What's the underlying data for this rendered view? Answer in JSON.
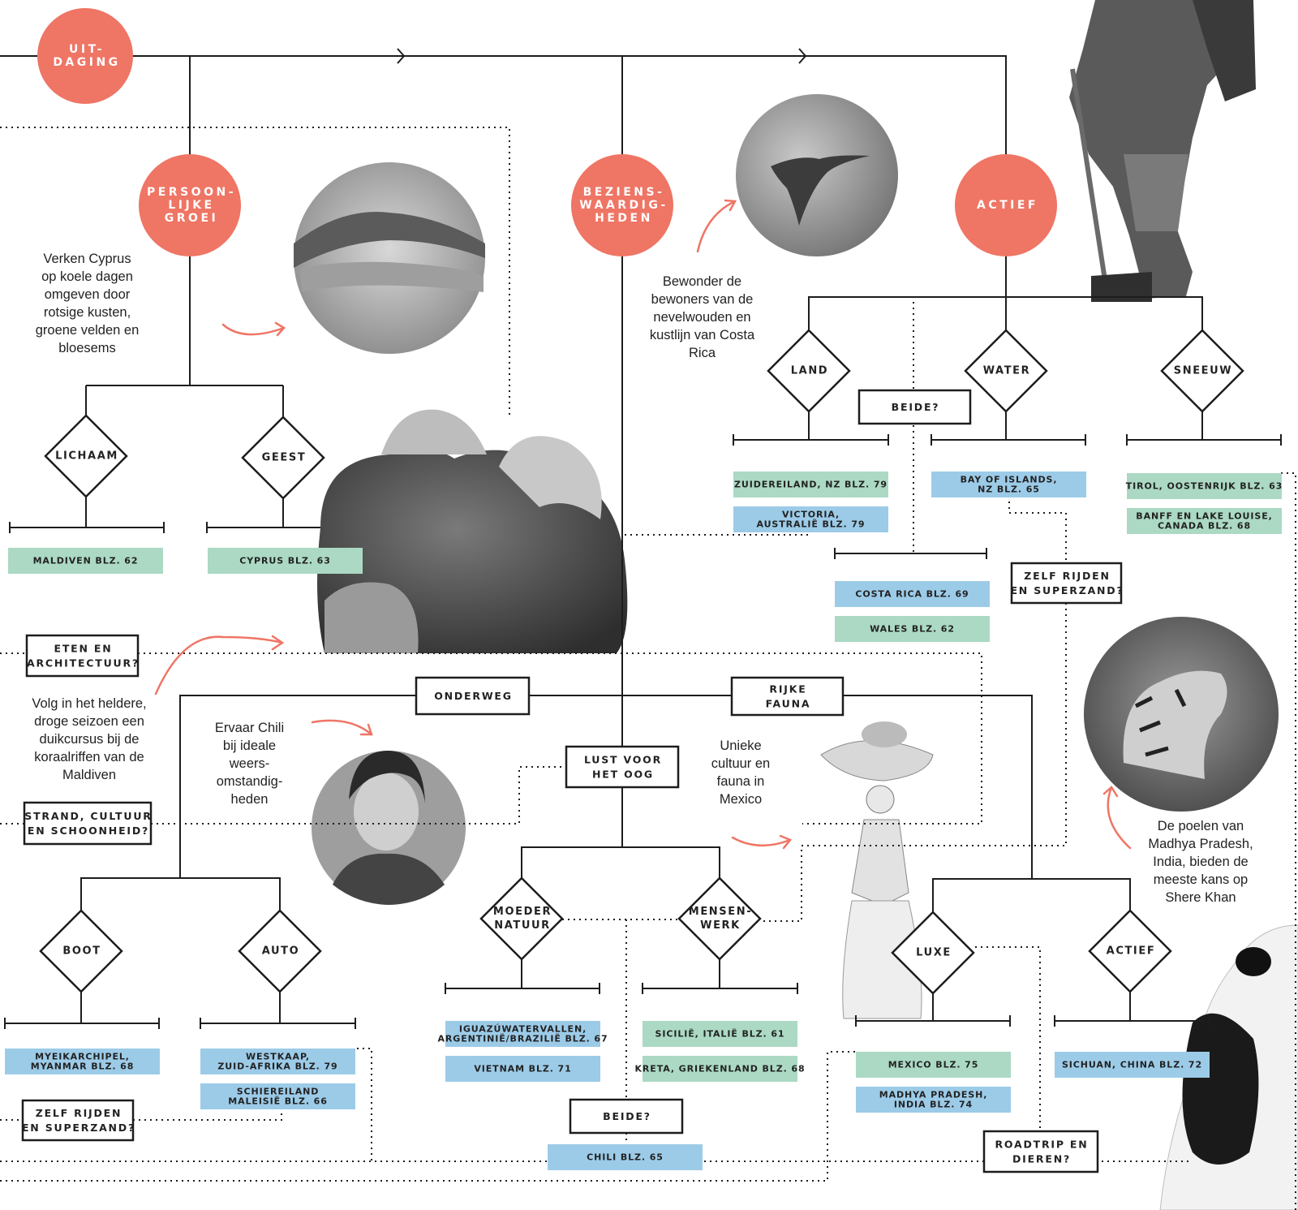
{
  "colors": {
    "circle": "#ef7565",
    "green": "#abd9c4",
    "blue": "#9ccbe8",
    "line": "#1d1d1d",
    "arrow": "#ef7565"
  },
  "circles": [
    {
      "id": "uitdaging",
      "lines": [
        "UIT-",
        "DAGING"
      ]
    },
    {
      "id": "persoonlijke-groei",
      "lines": [
        "PERSOON-",
        "LIJKE",
        "GROEI"
      ]
    },
    {
      "id": "bezienswaardigheden",
      "lines": [
        "BEZIENS-",
        "WAARDIG-",
        "HEDEN"
      ]
    },
    {
      "id": "actief",
      "lines": [
        "ACTIEF"
      ]
    }
  ],
  "diamonds": [
    {
      "id": "lichaam",
      "lines": [
        "LICHAAM"
      ]
    },
    {
      "id": "geest",
      "lines": [
        "GEEST"
      ]
    },
    {
      "id": "land",
      "lines": [
        "LAND"
      ]
    },
    {
      "id": "water",
      "lines": [
        "WATER"
      ]
    },
    {
      "id": "sneeuw",
      "lines": [
        "SNEEUW"
      ]
    },
    {
      "id": "boot",
      "lines": [
        "BOOT"
      ]
    },
    {
      "id": "auto",
      "lines": [
        "AUTO"
      ]
    },
    {
      "id": "moeder-natuur",
      "lines": [
        "MOEDER",
        "NATUUR"
      ]
    },
    {
      "id": "mensenwerk",
      "lines": [
        "MENSEN-",
        "WERK"
      ]
    },
    {
      "id": "luxe",
      "lines": [
        "LUXE"
      ]
    },
    {
      "id": "actief-fauna",
      "lines": [
        "ACTIEF"
      ]
    }
  ],
  "questions": [
    {
      "id": "beide-top",
      "lines": [
        "BEIDE?"
      ]
    },
    {
      "id": "zelf-rijden-right",
      "lines": [
        "ZELF RIJDEN",
        "EN SUPERZAND?"
      ]
    },
    {
      "id": "eten-architectuur",
      "lines": [
        "ETEN EN",
        "ARCHITECTUUR?"
      ]
    },
    {
      "id": "onderweg",
      "lines": [
        "ONDERWEG"
      ]
    },
    {
      "id": "rijke-fauna",
      "lines": [
        "RIJKE",
        "FAUNA"
      ]
    },
    {
      "id": "lust-voor-oog",
      "lines": [
        "LUST VOOR",
        "HET OOG"
      ]
    },
    {
      "id": "strand-cultuur",
      "lines": [
        "STRAND, CULTUUR",
        "EN SCHOONHEID?"
      ]
    },
    {
      "id": "zelf-rijden-left",
      "lines": [
        "ZELF RIJDEN",
        "EN SUPERZAND?"
      ]
    },
    {
      "id": "beide-bottom",
      "lines": [
        "BEIDE?"
      ]
    },
    {
      "id": "roadtrip-dieren",
      "lines": [
        "ROADTRIP EN",
        "DIEREN?"
      ]
    }
  ],
  "results": [
    {
      "id": "maldiven",
      "lines": [
        "MALDIVEN BLZ. 62"
      ],
      "color": "green"
    },
    {
      "id": "cyprus",
      "lines": [
        "CYPRUS BLZ. 63"
      ],
      "color": "green"
    },
    {
      "id": "zuidereiland",
      "lines": [
        "ZUIDEREILAND, NZ BLZ. 79"
      ],
      "color": "green"
    },
    {
      "id": "victoria",
      "lines": [
        "VICTORIA,",
        "AUSTRALIË BLZ. 79"
      ],
      "color": "blue"
    },
    {
      "id": "bay-of-islands",
      "lines": [
        "BAY OF ISLANDS,",
        "NZ BLZ. 65"
      ],
      "color": "blue"
    },
    {
      "id": "tirol",
      "lines": [
        "TIROL, OOSTENRIJK BLZ. 63"
      ],
      "color": "green"
    },
    {
      "id": "banff",
      "lines": [
        "BANFF EN LAKE LOUISE,",
        "CANADA BLZ. 68"
      ],
      "color": "green"
    },
    {
      "id": "costa-rica",
      "lines": [
        "COSTA RICA BLZ. 69"
      ],
      "color": "blue"
    },
    {
      "id": "wales",
      "lines": [
        "WALES BLZ. 62"
      ],
      "color": "green"
    },
    {
      "id": "myeik",
      "lines": [
        "MYEIKARCHIPEL,",
        "MYANMAR BLZ. 68"
      ],
      "color": "blue"
    },
    {
      "id": "westkaap",
      "lines": [
        "WESTKAAP,",
        "ZUID-AFRIKA BLZ. 79"
      ],
      "color": "blue"
    },
    {
      "id": "schiereiland",
      "lines": [
        "SCHIEREILAND",
        "MALEISIË BLZ. 66"
      ],
      "color": "blue"
    },
    {
      "id": "iguazu",
      "lines": [
        "IGUAZÚWATERVALLEN,",
        "ARGENTINIË/BRAZILIË BLZ. 67"
      ],
      "color": "blue"
    },
    {
      "id": "vietnam",
      "lines": [
        "VIETNAM BLZ. 71"
      ],
      "color": "blue"
    },
    {
      "id": "sicilie",
      "lines": [
        "SICILIË, ITALIË BLZ. 61"
      ],
      "color": "green"
    },
    {
      "id": "kreta",
      "lines": [
        "KRETA, GRIEKENLAND BLZ. 68"
      ],
      "color": "green"
    },
    {
      "id": "chili",
      "lines": [
        "CHILI BLZ. 65"
      ],
      "color": "blue"
    },
    {
      "id": "mexico",
      "lines": [
        "MEXICO BLZ. 75"
      ],
      "color": "green"
    },
    {
      "id": "madhya",
      "lines": [
        "MADHYA PRADESH,",
        "INDIA BLZ. 74"
      ],
      "color": "blue"
    },
    {
      "id": "sichuan",
      "lines": [
        "SICHUAN, CHINA BLZ. 72"
      ],
      "color": "blue"
    }
  ],
  "annotations": {
    "cyprus": "Verken Cyprus\nop koele dagen\nomgeven door\nrotsige kusten,\ngroene velden en\nbloesems",
    "costa_rica": "Bewonder de\nbewoners van de\nnevelwouden en\nkustlijn van Costa\nRica",
    "maldiven": "Volg in het heldere,\ndroge seizoen een\nduikcursus bij de\nkoraalriffen van de\nMaldiven",
    "chili": "Ervaar Chili\nbij ideale\nweers-\nomstandig-\nheden",
    "mexico": "Unieke\ncultuur en\nfauna in\nMexico",
    "india": "De poelen van\nMadhya Pradesh,\nIndia, bieden de\nmeeste kans op\nShere Khan"
  },
  "photos": [
    "coast-photo",
    "hummingbird-photo",
    "hiker-photo",
    "coral-photo",
    "woman-photo",
    "tiger-photo",
    "catrina-figure-photo",
    "panda-photo"
  ]
}
